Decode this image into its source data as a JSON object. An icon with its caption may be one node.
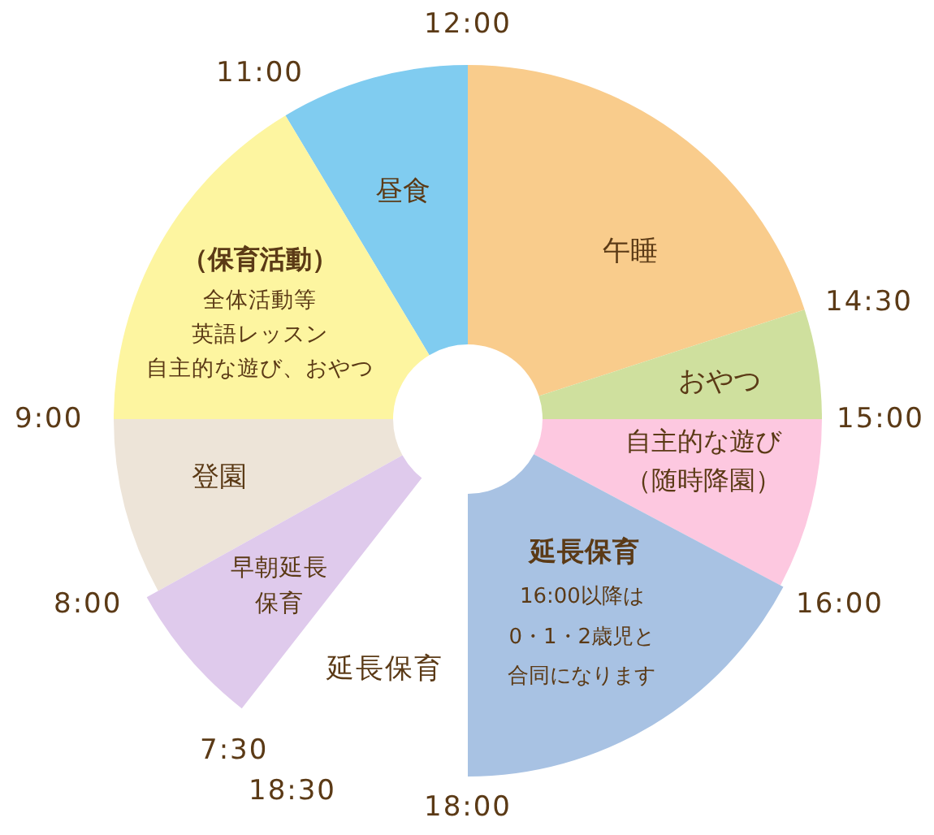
{
  "diagram": {
    "nodes": [
      {
        "text": [
          "昼食"
        ]
      },
      {
        "text": [
          "午睡"
        ]
      },
      {
        "text": [
          "（保育活動）",
          "全体活動等",
          "英語レッスン",
          "自主的な遊び、おやつ"
        ]
      },
      {
        "text": [
          "おやつ"
        ]
      },
      {
        "text": [
          "登園"
        ]
      },
      {
        "text": [
          "自主的な遊び（随時降園）"
        ]
      },
      {
        "text": [
          "延長保育",
          "16:00以降は0・1・2歳児と合同になります"
        ]
      },
      {
        "text": [
          "早朝延長保育"
        ]
      }
    ],
    "labels": [
      "12:00",
      "11:00",
      "14:30",
      "9:00",
      "15:00",
      "8:00",
      "16:00",
      "延長保育",
      "7:30",
      "18:30",
      "18:00"
    ]
  }
}
